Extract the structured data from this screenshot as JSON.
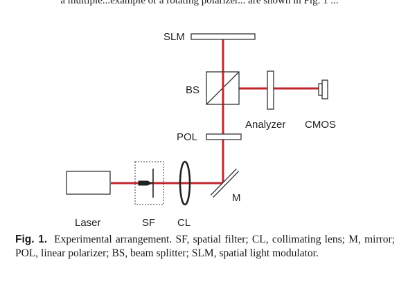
{
  "header_text": "a multiple...example of a rotating polarizer... are shown in Fig. 1 ...",
  "labels": {
    "slm": "SLM",
    "bs": "BS",
    "analyzer": "Analyzer",
    "cmos": "CMOS",
    "pol": "POL",
    "m": "M",
    "laser": "Laser",
    "sf": "SF",
    "cl": "CL"
  },
  "caption": {
    "fig": "Fig. 1.",
    "text": "Experimental arrangement. SF, spatial filter; CL, collimating lens; M, mirror; POL, linear polarizer; BS, beam splitter; SLM, spatial light modulator."
  },
  "colors": {
    "beam": "#c0272d",
    "outline": "#333333"
  }
}
